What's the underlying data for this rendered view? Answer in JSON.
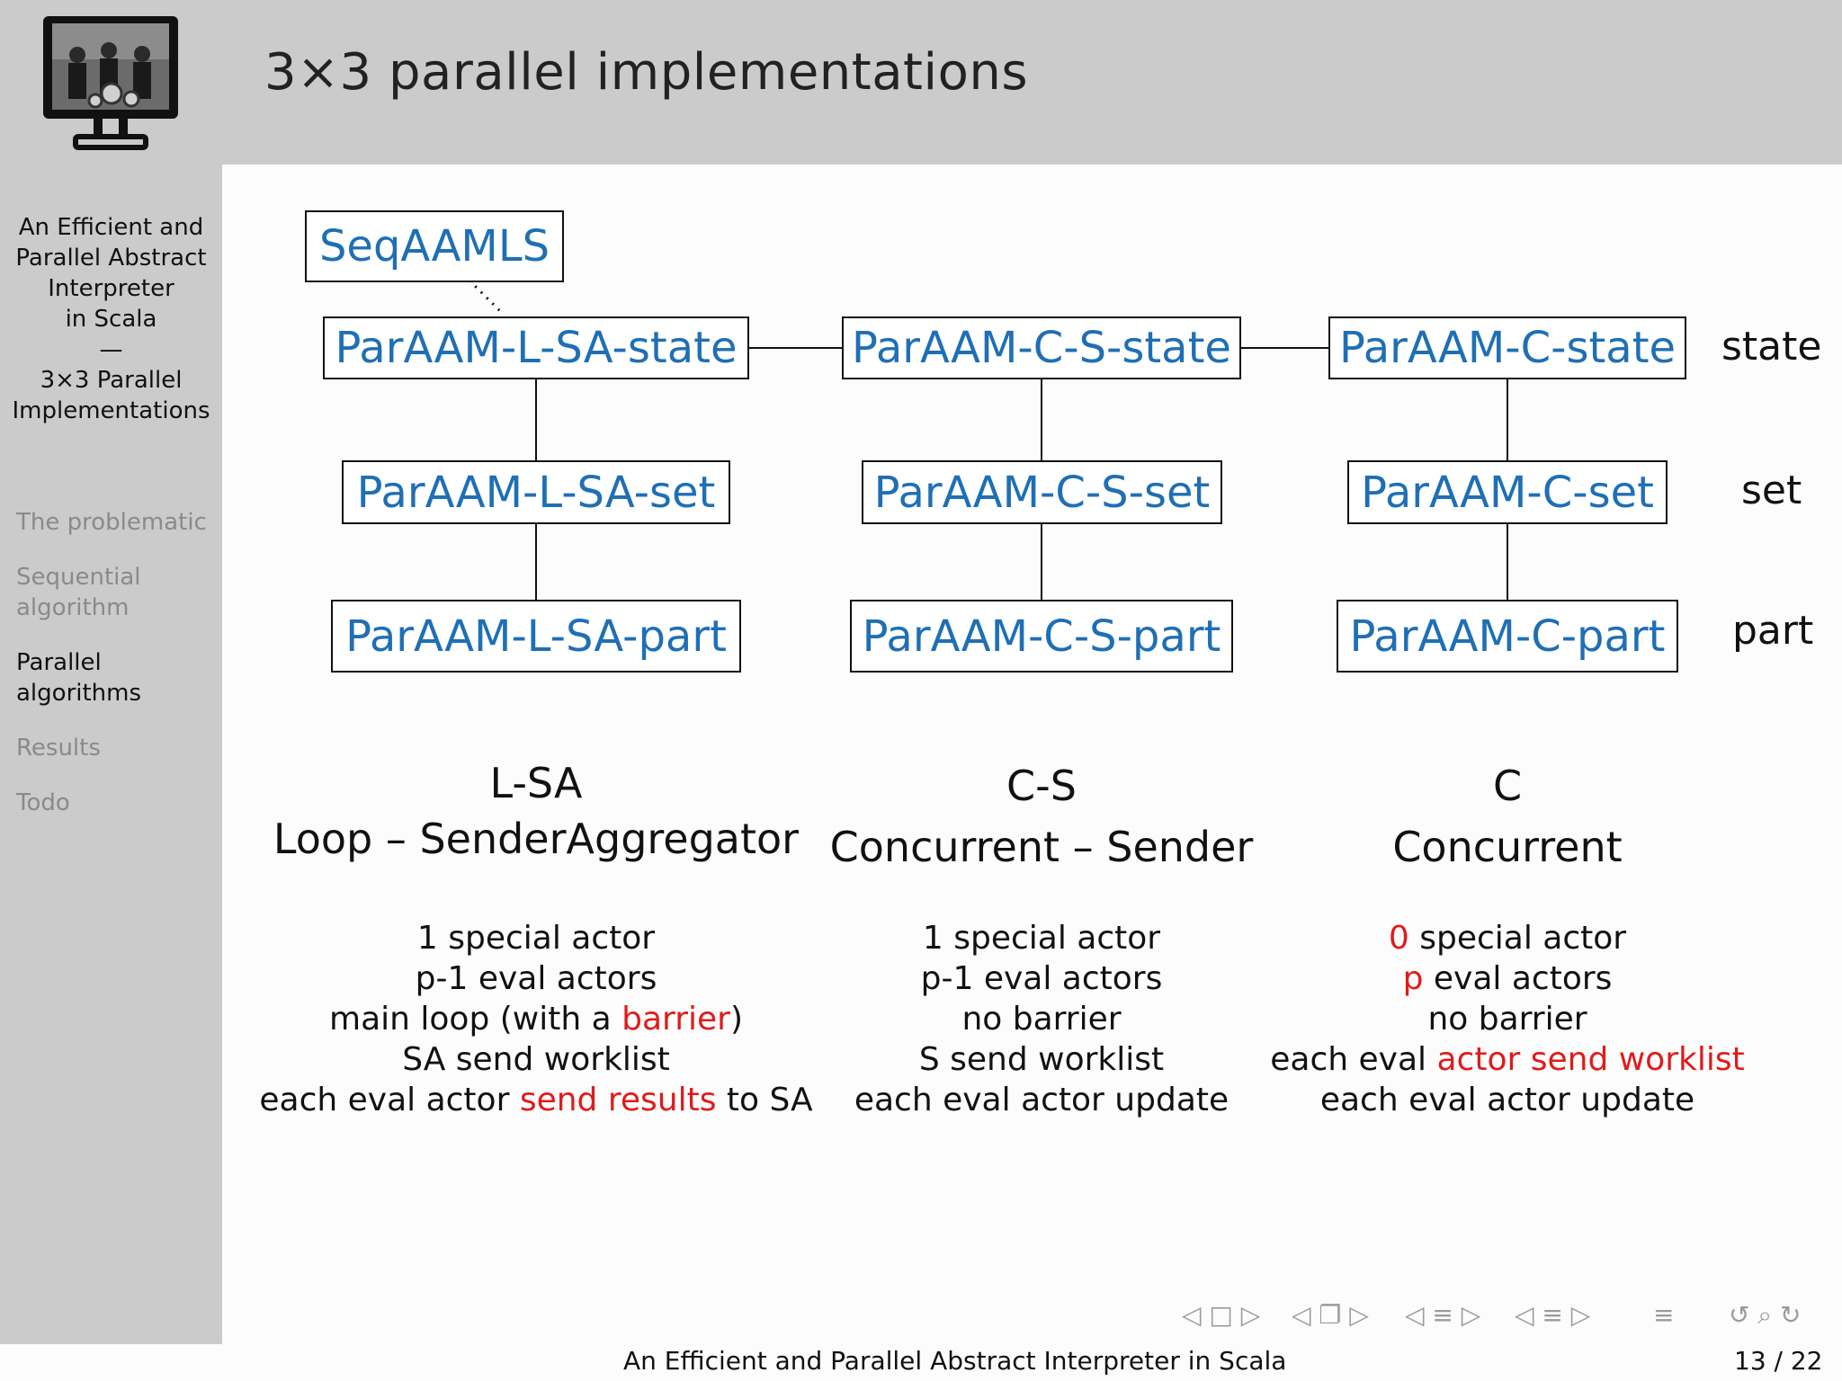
{
  "slide": {
    "title": "3×3 parallel implementations"
  },
  "sidebar": {
    "title_lines": [
      "An Efficient and",
      "Parallel Abstract",
      "Interpreter",
      "in Scala",
      "—",
      "3×3 Parallel",
      "Implementations"
    ],
    "nav": [
      {
        "lines": [
          "The problematic"
        ],
        "active": false
      },
      {
        "lines": [
          "Sequential",
          "algorithm"
        ],
        "active": false
      },
      {
        "lines": [
          "Parallel",
          "algorithms"
        ],
        "active": true
      },
      {
        "lines": [
          "Results"
        ],
        "active": false
      },
      {
        "lines": [
          "Todo"
        ],
        "active": false
      }
    ]
  },
  "diagram": {
    "seq": "SeqAAMLS",
    "boxes": {
      "lsa_state": "ParAAM-L-SA-state",
      "cs_state": "ParAAM-C-S-state",
      "c_state": "ParAAM-C-state",
      "lsa_set": "ParAAM-L-SA-set",
      "cs_set": "ParAAM-C-S-set",
      "c_set": "ParAAM-C-set",
      "lsa_part": "ParAAM-L-SA-part",
      "cs_part": "ParAAM-C-S-part",
      "c_part": "ParAAM-C-part"
    },
    "row_labels": {
      "state": "state",
      "set": "set",
      "part": "part"
    }
  },
  "columns": [
    {
      "abbr": "L-SA",
      "name": "Loop – SenderAggregator",
      "lines": [
        [
          {
            "t": "1 special actor",
            "red": false
          }
        ],
        [
          {
            "t": "p-1 eval actors",
            "red": false
          }
        ],
        [
          {
            "t": "main loop (with a ",
            "red": false
          },
          {
            "t": "barrier",
            "red": true
          },
          {
            "t": ")",
            "red": false
          }
        ],
        [
          {
            "t": "SA send worklist",
            "red": false
          }
        ],
        [
          {
            "t": "each eval actor ",
            "red": false
          },
          {
            "t": "send results",
            "red": true
          },
          {
            "t": " to SA",
            "red": false
          }
        ]
      ]
    },
    {
      "abbr": "C-S",
      "name": "Concurrent – Sender",
      "lines": [
        [
          {
            "t": "1 special actor",
            "red": false
          }
        ],
        [
          {
            "t": "p-1 eval actors",
            "red": false
          }
        ],
        [
          {
            "t": "no barrier",
            "red": false
          }
        ],
        [
          {
            "t": "S send worklist",
            "red": false
          }
        ],
        [
          {
            "t": "each eval actor update",
            "red": false
          }
        ]
      ]
    },
    {
      "abbr": "C",
      "name": "Concurrent",
      "lines": [
        [
          {
            "t": "0",
            "red": true
          },
          {
            "t": " special actor",
            "red": false
          }
        ],
        [
          {
            "t": "p",
            "red": true
          },
          {
            "t": " eval actors",
            "red": false
          }
        ],
        [
          {
            "t": "no barrier",
            "red": false
          }
        ],
        [
          {
            "t": "each eval ",
            "red": false
          },
          {
            "t": "actor send worklist",
            "red": true
          }
        ],
        [
          {
            "t": "each eval actor update",
            "red": false
          }
        ]
      ]
    }
  ],
  "footer": {
    "title": "An Efficient and Parallel Abstract Interpreter in Scala",
    "page": "13 / 22"
  },
  "nav_symbols": {
    "frame": "◁ □ ▷",
    "subsection": "◁ ❐ ▷",
    "section": "◁ ≡ ▷",
    "doc": "◁ ≡ ▷",
    "align": "≡",
    "search": "↺ ⌕ ↻"
  },
  "colors": {
    "link_blue": "#1f6fb5",
    "alert_red": "#e01b1b",
    "panel_gray": "#cbcbcb"
  }
}
